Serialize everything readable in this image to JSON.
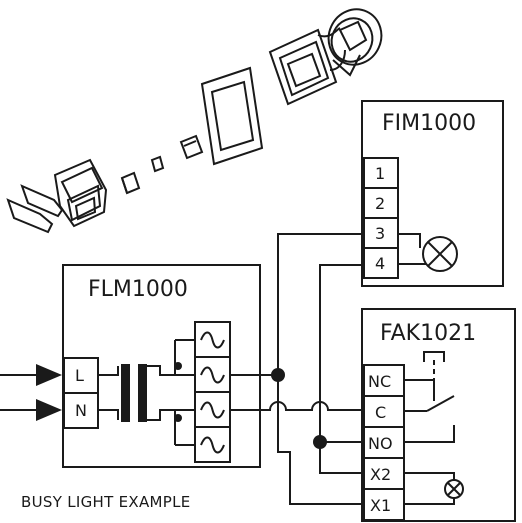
{
  "modules": {
    "fim": {
      "title": "FIM1000",
      "terminals": [
        "1",
        "2",
        "3",
        "4"
      ]
    },
    "flm": {
      "title": "FLM1000",
      "inputs": [
        "L",
        "N"
      ]
    },
    "fak": {
      "title": "FAK1021",
      "terminals": [
        "NC",
        "C",
        "NO",
        "X2",
        "X1"
      ]
    }
  },
  "caption": "BUSY LIGHT EXAMPLE",
  "icons": [
    "exploded-device-illustration",
    "lamp-icon",
    "transformer-icon",
    "ac-sine-icon",
    "relay-contact-icon",
    "indicator-lamp-icon"
  ]
}
